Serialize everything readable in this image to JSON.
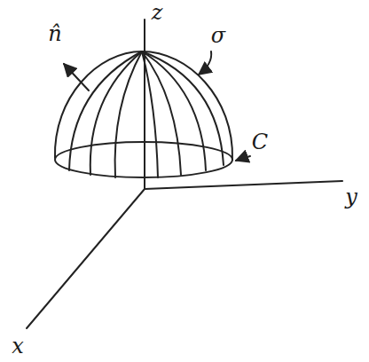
{
  "diagram": {
    "labels": [
      "z",
      "n̂",
      "σ",
      "C",
      "y",
      "x"
    ]
  }
}
